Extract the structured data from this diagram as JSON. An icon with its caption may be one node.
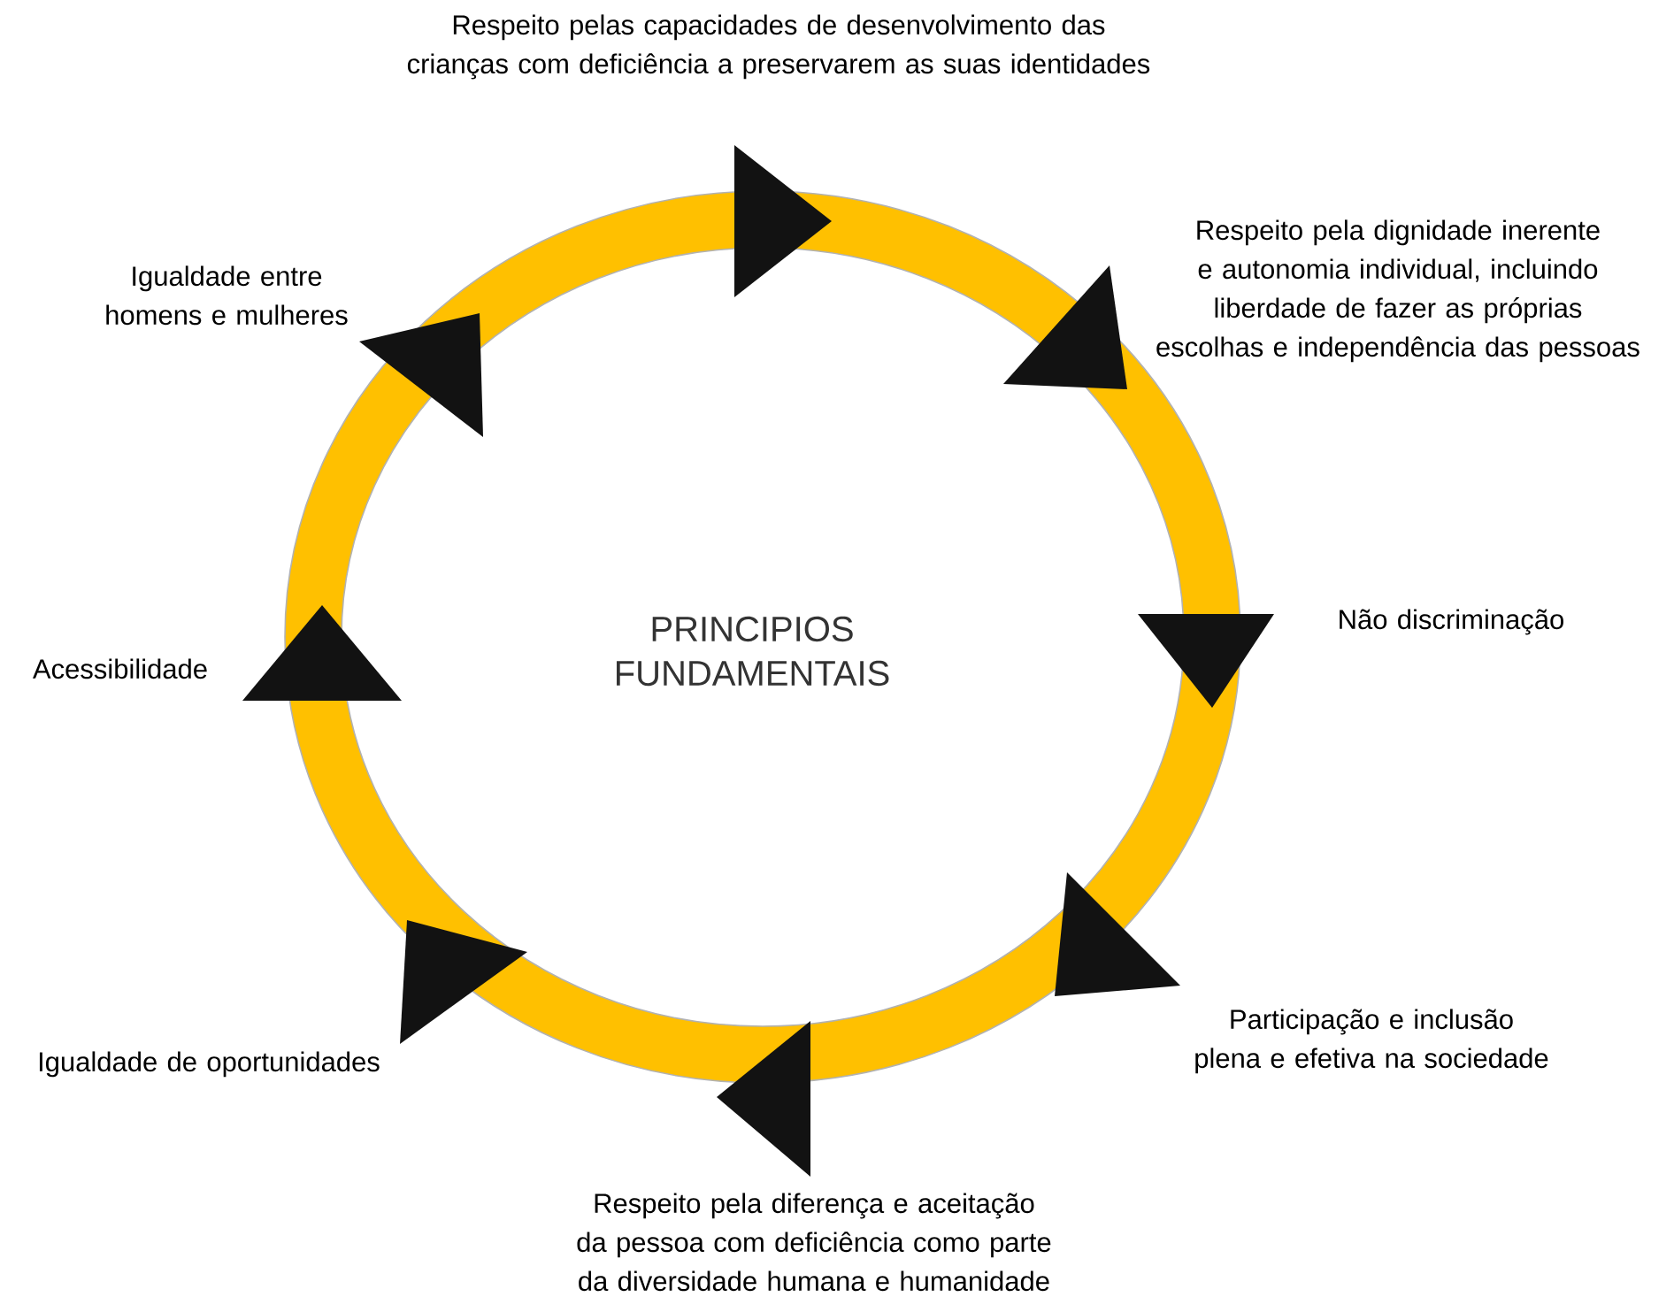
{
  "diagram": {
    "title": "PRINCIPIOS FUNDAMENTAIS",
    "labels": [
      "Respeito pelas capacidades de desenvolvimento das crianças com deficiência a preservarem as suas identidades",
      "Igualdade entre homens e mulheres",
      "Respeito pela dignidade inerente e autonomia individual, incluindo liberdade de fazer as próprias escolhas e independência das pessoas",
      "Acessibilidade",
      "Não discriminação",
      "Participação e inclusão plena e efetiva na sociedade",
      "Igualdade de oportunidades",
      "Respeito pela diferença e aceitação da pessoa com deficiência como parte da diversidade humana e humanidade"
    ]
  }
}
